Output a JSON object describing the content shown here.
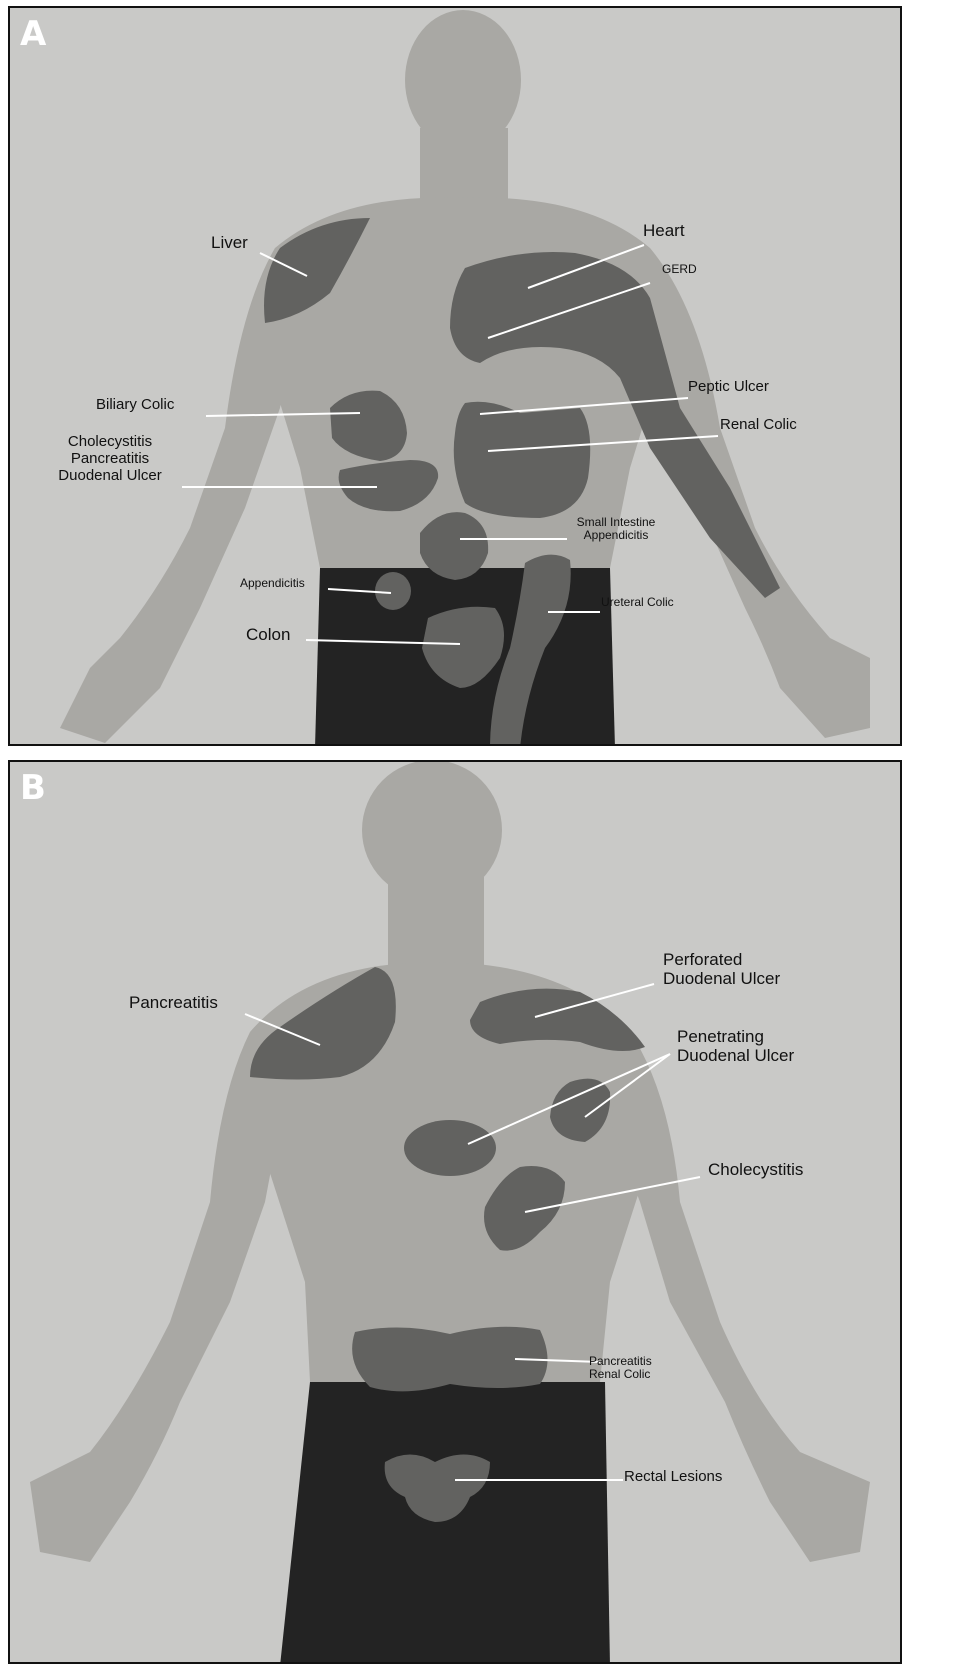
{
  "panels": [
    {
      "letter": "A",
      "labels": {
        "liver": "Liver",
        "heart": "Heart",
        "gerd": "GERD",
        "biliary_colic": "Biliary Colic",
        "peptic_ulcer": "Peptic Ulcer",
        "renal_colic": "Renal Colic",
        "cholecystitis": "Cholecystitis",
        "pancreatitis": "Pancreatitis",
        "duodenal_ulcer": "Duodenal Ulcer",
        "small_intestine": "Small Intestine",
        "appendicitis_right": "Appendicitis",
        "appendicitis_left": "Appendicitis",
        "ureteral_colic": "Ureteral Colic",
        "colon": "Colon"
      }
    },
    {
      "letter": "B",
      "labels": {
        "pancreatitis": "Pancreatitis",
        "perforated": "Perforated",
        "duodenal_ulcer_1": "Duodenal Ulcer",
        "penetrating": "Penetrating",
        "duodenal_ulcer_2": "Duodenal Ulcer",
        "cholecystitis": "Cholecystitis",
        "pancreatitis_low": "Pancreatitis",
        "renal_colic": "Renal Colic",
        "rectal_lesions": "Rectal Lesions"
      }
    }
  ],
  "colors": {
    "background": "#c9c9c7",
    "skin": "#a9a8a4",
    "pain_region": "#626260",
    "pants": "#232323",
    "leader_line": "#ffffff"
  }
}
